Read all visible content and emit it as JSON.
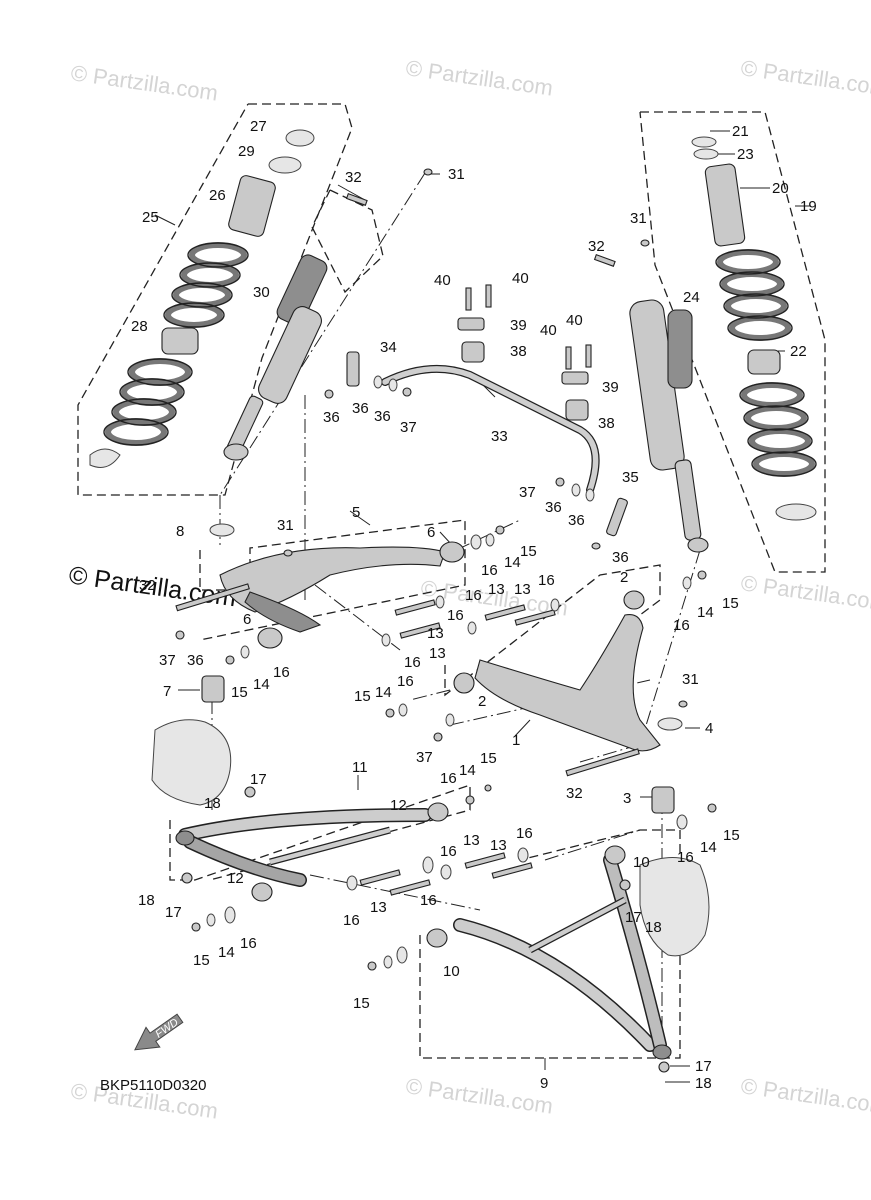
{
  "diagram_code": "BKP5110D0320",
  "fwd_label": "FWD",
  "watermark": "© Partzilla.com",
  "watermark_main": "© Partzilla.com",
  "callouts": {
    "c1": "1",
    "c2a": "2",
    "c2b": "2",
    "c3": "3",
    "c4": "4",
    "c5": "5",
    "c6a": "6",
    "c6b": "6",
    "c7": "7",
    "c8": "8",
    "c9": "9",
    "c10a": "10",
    "c10b": "10",
    "c11": "11",
    "c12a": "12",
    "c12b": "12",
    "c13a": "13",
    "c13b": "13",
    "c13c": "13",
    "c13d": "13",
    "c13e": "13",
    "c13f": "13",
    "c13g": "13",
    "c14a": "14",
    "c14b": "14",
    "c14c": "14",
    "c14d": "14",
    "c14e": "14",
    "c14f": "14",
    "c14g": "14",
    "c15a": "15",
    "c15b": "15",
    "c15c": "15",
    "c15d": "15",
    "c15e": "15",
    "c15f": "15",
    "c15g": "15",
    "c15h": "15",
    "c16a": "16",
    "c16b": "16",
    "c16c": "16",
    "c16d": "16",
    "c16e": "16",
    "c16f": "16",
    "c16g": "16",
    "c16h": "16",
    "c16i": "16",
    "c16j": "16",
    "c16k": "16",
    "c16l": "16",
    "c16m": "16",
    "c16n": "16",
    "c16o": "16",
    "c17a": "17",
    "c17b": "17",
    "c17c": "17",
    "c17d": "17",
    "c18a": "18",
    "c18b": "18",
    "c18c": "18",
    "c18d": "18",
    "c19": "19",
    "c20": "20",
    "c21": "21",
    "c22": "22",
    "c23": "23",
    "c24": "24",
    "c25": "25",
    "c26": "26",
    "c27": "27",
    "c28": "28",
    "c29": "29",
    "c30": "30",
    "c31a": "31",
    "c31b": "31",
    "c31c": "31",
    "c31d": "31",
    "c32a": "32",
    "c32b": "32",
    "c32c": "32",
    "c32d": "32",
    "c33": "33",
    "c34": "34",
    "c35": "35",
    "c36a": "36",
    "c36b": "36",
    "c36c": "36",
    "c36d": "36",
    "c36e": "36",
    "c36f": "36",
    "c36g": "36",
    "c37a": "37",
    "c37b": "37",
    "c37c": "37",
    "c37d": "37",
    "c38a": "38",
    "c38b": "38",
    "c39a": "39",
    "c39b": "39",
    "c40a": "40",
    "c40b": "40",
    "c40c": "40",
    "c40d": "40"
  }
}
